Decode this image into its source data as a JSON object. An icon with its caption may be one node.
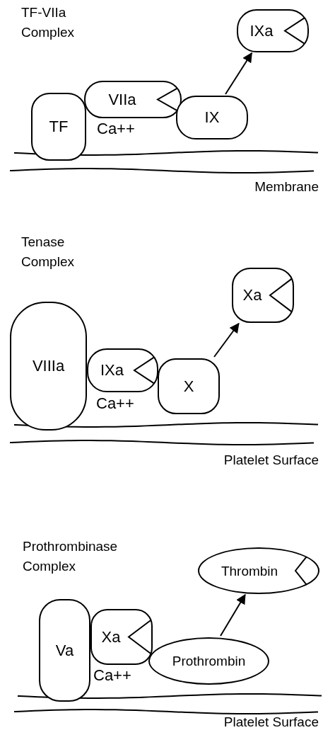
{
  "diagram": {
    "nodes": [
      {
        "text": [
          "TF"
        ]
      },
      {
        "text": [
          "VIIa"
        ]
      },
      {
        "text": [
          "IX"
        ]
      },
      {
        "text": [
          "IXa"
        ]
      },
      {
        "text": [
          "VIIIa"
        ]
      },
      {
        "text": [
          "IXa"
        ]
      },
      {
        "text": [
          "X"
        ]
      },
      {
        "text": [
          "Xa"
        ]
      },
      {
        "text": [
          "Va"
        ]
      },
      {
        "text": [
          "Xa"
        ]
      },
      {
        "text": [
          "Prothrombin"
        ]
      },
      {
        "text": [
          "Thrombin"
        ]
      }
    ],
    "edges": [
      {
        "from": 2,
        "to": 3,
        "arrow": "to"
      },
      {
        "from": 6,
        "to": 7,
        "arrow": "to"
      },
      {
        "from": 10,
        "to": 11,
        "arrow": "to"
      }
    ],
    "labels": [
      "TF-VIIa Complex",
      "Ca++",
      "Membrane",
      "Tenase Complex",
      "Ca++",
      "Platelet Surface",
      "Prothrombinase Complex",
      "Ca++",
      "Platelet Surface"
    ]
  }
}
